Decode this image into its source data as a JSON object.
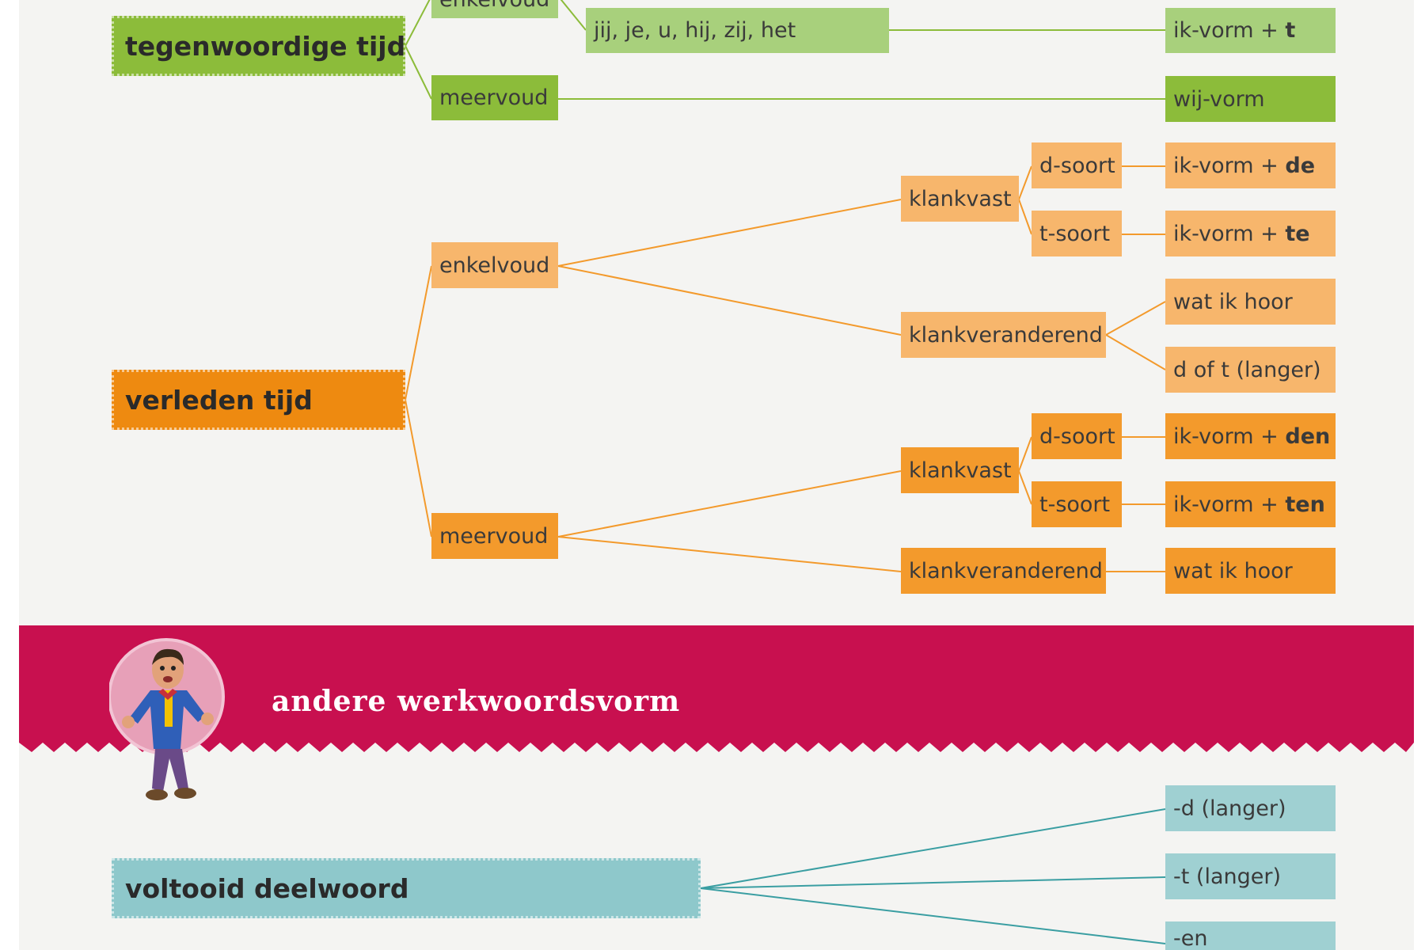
{
  "colors": {
    "green_light": "#a8d07c",
    "green_dark": "#8cbc3a",
    "orange_light": "#f7b66c",
    "orange": "#f39a2c",
    "orange_dark": "#ee8a10",
    "teal": "#8ec8cb",
    "banner": "#c8104f"
  },
  "present": {
    "root": "tegenwoordige tijd",
    "singular": "enkelvoud",
    "persons": "jij, je, u, hij, zij, het",
    "persons_rule_base": "ik-vorm + ",
    "persons_rule_ending": "t",
    "plural": "meervoud",
    "plural_rule": "wij-vorm"
  },
  "past": {
    "root": "verleden tijd",
    "singular": "enkelvoud",
    "plural": "meervoud",
    "sg_klankvast": "klankvast",
    "sg_klankveranderend": "klankveranderend",
    "pl_klankvast": "klankvast",
    "pl_klankveranderend": "klankveranderend",
    "sg_d_soort": "d-soort",
    "sg_t_soort": "t-soort",
    "pl_d_soort": "d-soort",
    "pl_t_soort": "t-soort",
    "rule_base": "ik-vorm + ",
    "sg_d_ending": "de",
    "sg_t_ending": "te",
    "sg_hoor": "wat ik hoor",
    "sg_langer": "d of t (langer)",
    "pl_d_ending": "den",
    "pl_t_ending": "ten",
    "pl_hoor": "wat ik hoor"
  },
  "banner": {
    "title": "andere werkwoordsvorm"
  },
  "participle": {
    "root": "voltooid deelwoord",
    "d_langer": "-d (langer)",
    "t_langer": "-t (langer)",
    "en": "-en"
  }
}
